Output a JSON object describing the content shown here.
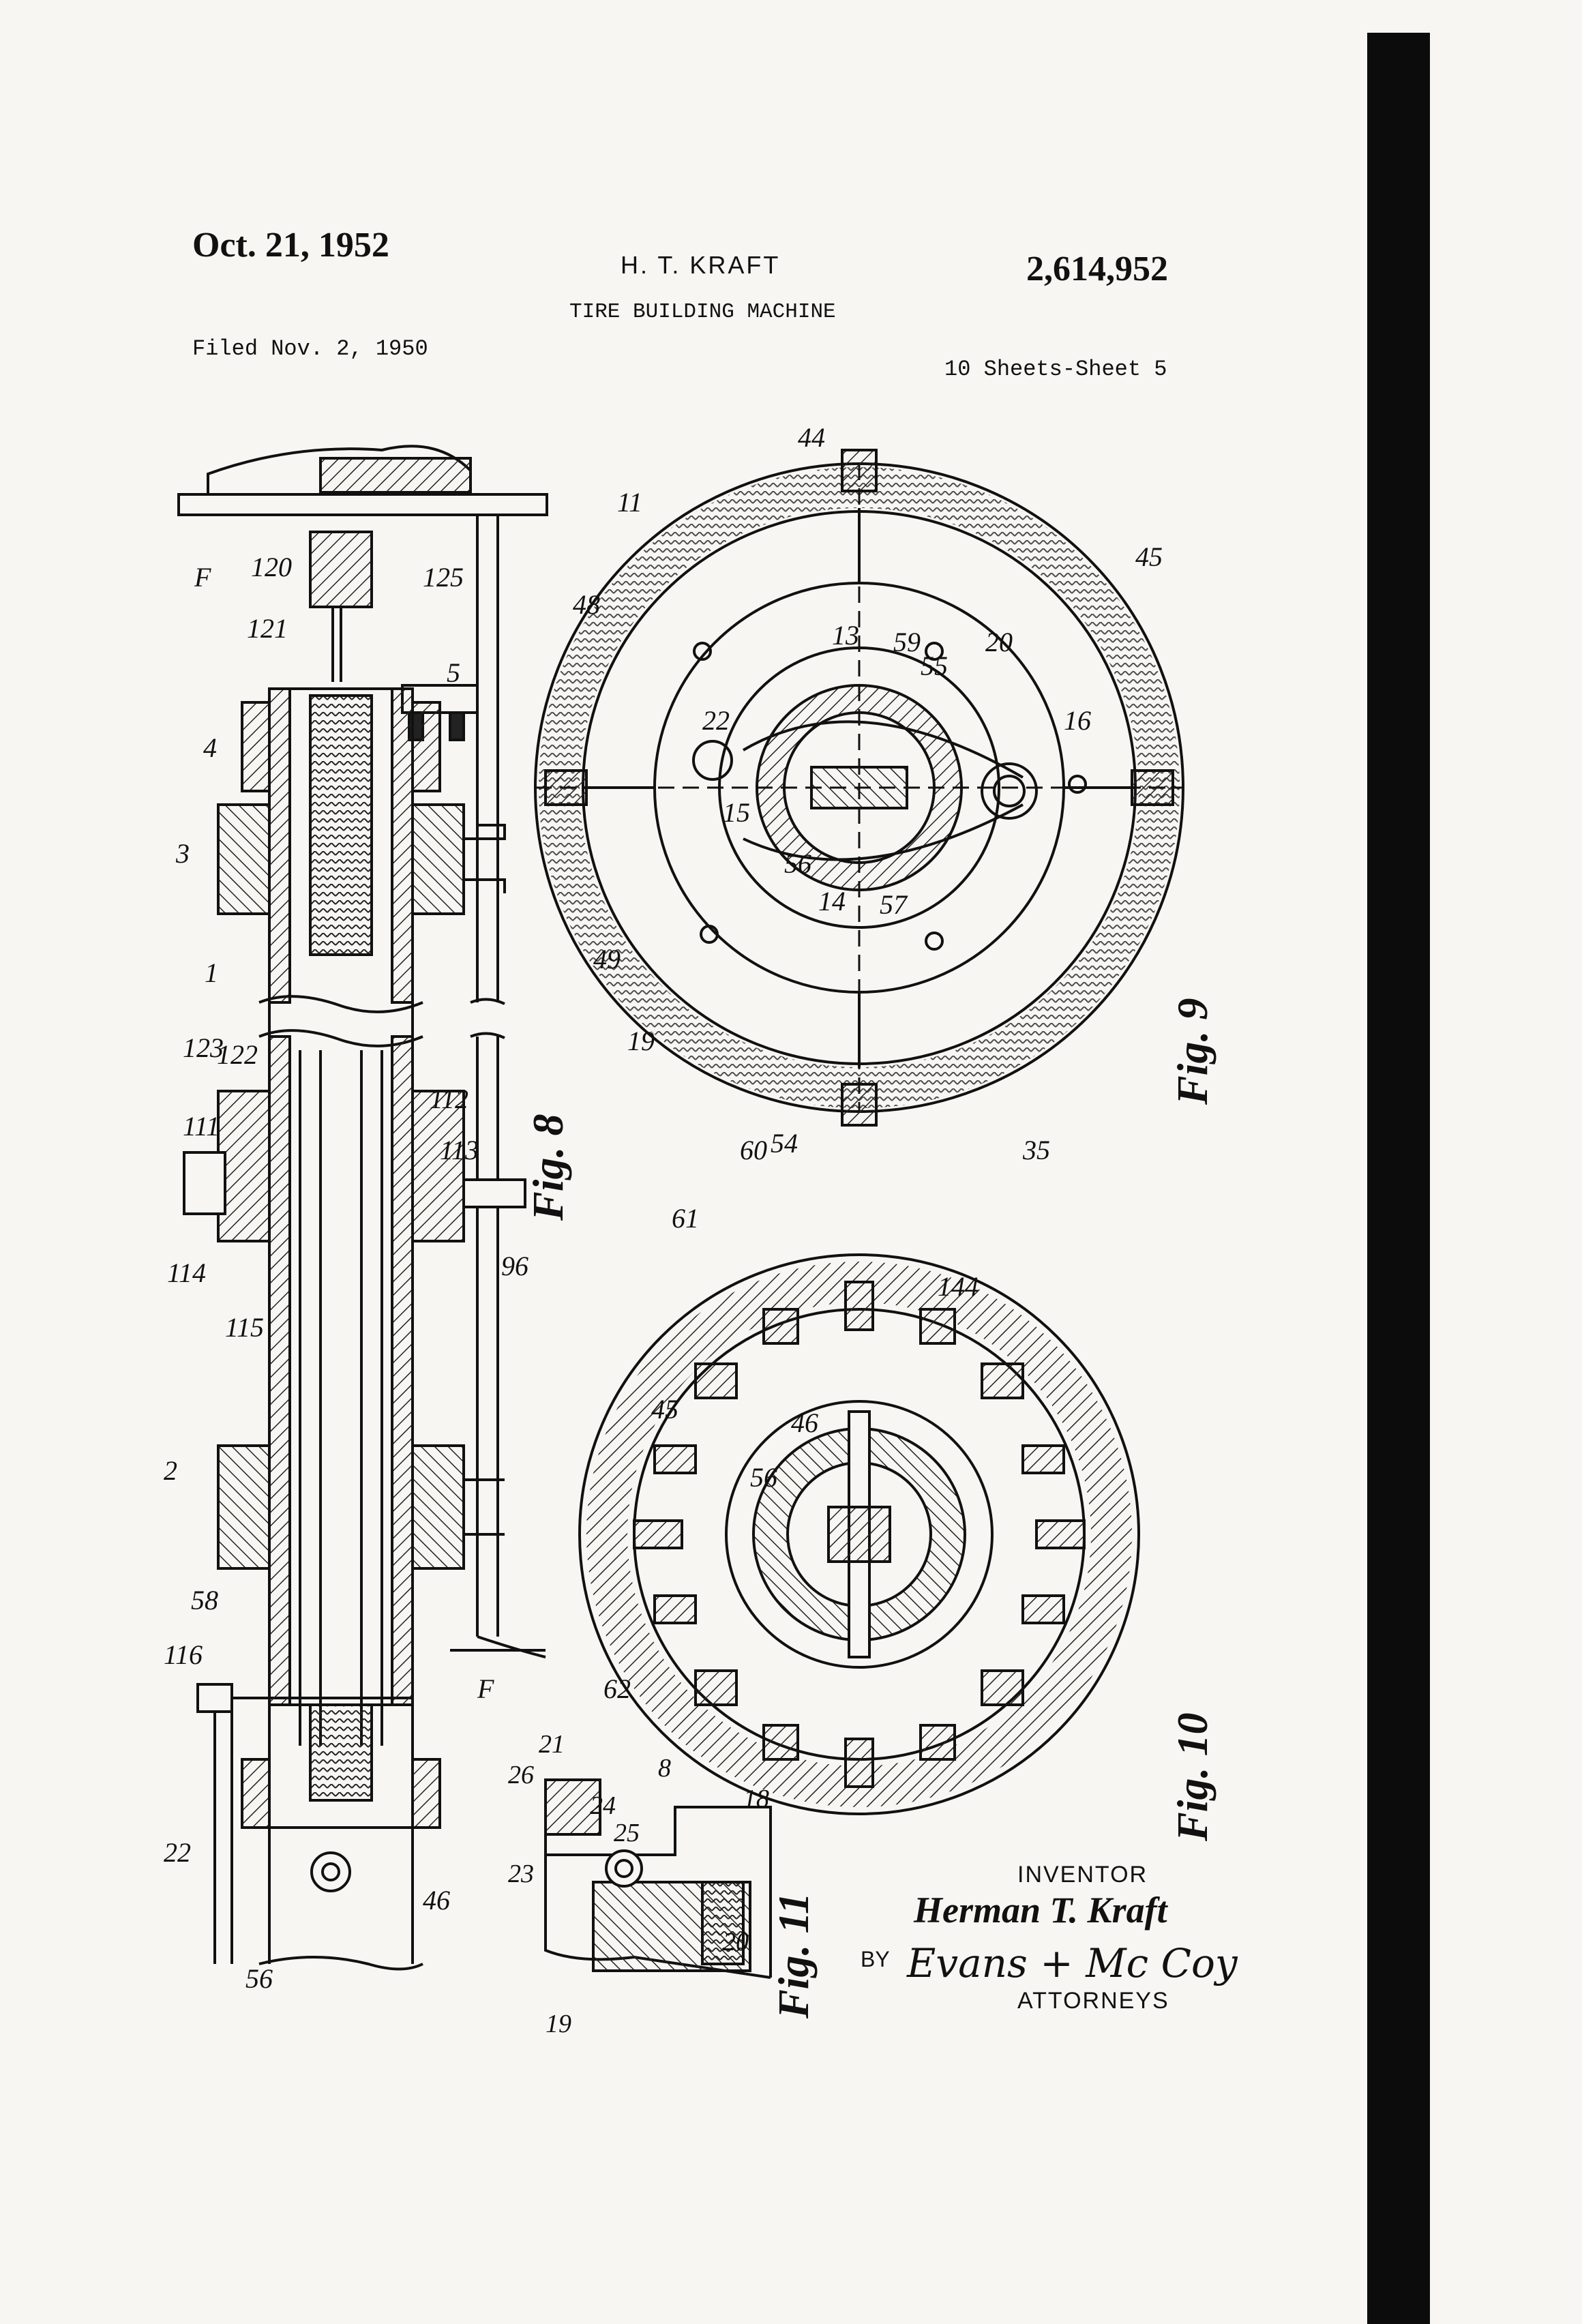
{
  "header": {
    "date": "Oct. 21, 1952",
    "inventor_name": "H. T. KRAFT",
    "patent_number": "2,614,952",
    "title": "TIRE BUILDING MACHINE",
    "filed": "Filed Nov. 2, 1950",
    "sheets": "10 Sheets-Sheet 5"
  },
  "figures": {
    "fig8": "Fig. 8",
    "fig9": "Fig. 9",
    "fig10": "Fig. 10",
    "fig11": "Fig. 11"
  },
  "reference_numerals": {
    "fig8": [
      "F",
      "120",
      "121",
      "125",
      "5",
      "4",
      "3",
      "1",
      "123",
      "122",
      "111",
      "112",
      "113",
      "114",
      "96",
      "115",
      "2",
      "58",
      "116",
      "22",
      "56",
      "46",
      "F"
    ],
    "fig9": [
      "44",
      "11",
      "45",
      "48",
      "13",
      "59",
      "55",
      "20",
      "16",
      "22",
      "15",
      "56",
      "14",
      "57",
      "49",
      "19"
    ],
    "fig10": [
      "60",
      "54",
      "35",
      "61",
      "144",
      "45",
      "46",
      "56",
      "62"
    ],
    "fig11": [
      "21",
      "26",
      "8",
      "24",
      "18",
      "25",
      "23",
      "20",
      "19"
    ]
  },
  "signature": {
    "inventor_label": "INVENTOR",
    "inventor_name": "Herman T. Kraft",
    "by": "BY",
    "firm": "Evans + Mc Coy",
    "attorneys_label": "ATTORNEYS"
  }
}
